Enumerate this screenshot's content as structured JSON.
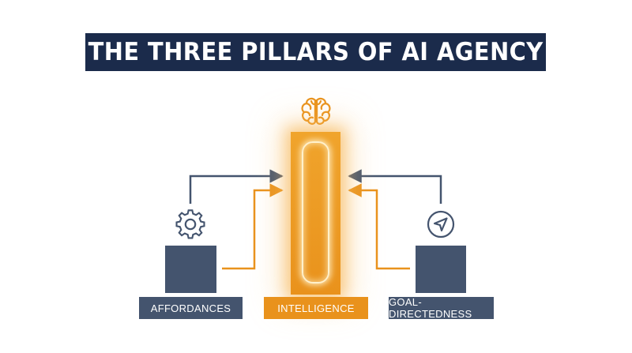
{
  "title": "THE THREE PILLARS OF AI AGENCY",
  "pillars": {
    "left": {
      "label": "AFFORDANCES",
      "icon": "gear-icon"
    },
    "center": {
      "label": "INTELLIGENCE",
      "icon": "brain-icon"
    },
    "right": {
      "label": "GOAL-DIRECTEDNESS",
      "icon": "navigation-icon"
    }
  },
  "colors": {
    "navy": "#1b2b4b",
    "slate": "#44546e",
    "orange": "#e9921c"
  }
}
